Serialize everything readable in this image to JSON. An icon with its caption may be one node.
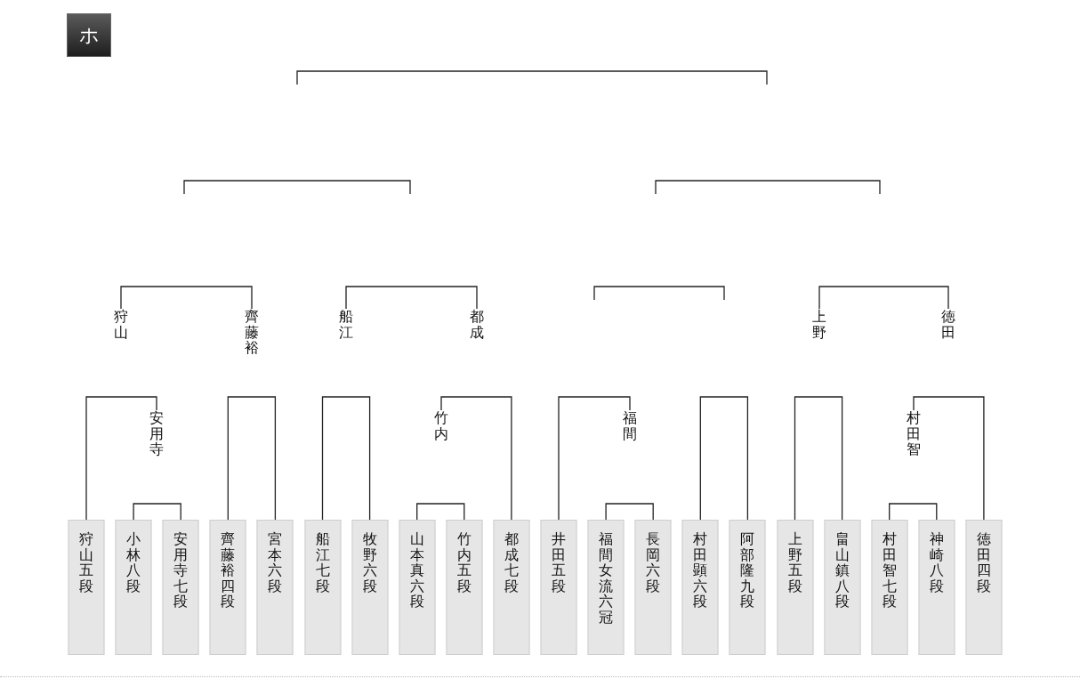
{
  "diagram": {
    "nodes": [
      {
        "text": [
          "狩山"
        ]
      },
      {
        "text": [
          "齊藤裕"
        ]
      },
      {
        "text": [
          "船江"
        ]
      },
      {
        "text": [
          "都成"
        ]
      },
      {
        "text": [
          "上野"
        ]
      },
      {
        "text": [
          "徳田"
        ]
      },
      {
        "text": [
          "安用寺"
        ]
      },
      {
        "text": [
          "竹内"
        ]
      },
      {
        "text": [
          "福間"
        ]
      },
      {
        "text": [
          "村田智"
        ]
      },
      {
        "text": [
          "狩山五段"
        ]
      },
      {
        "text": [
          "小林八段"
        ]
      },
      {
        "text": [
          "安用寺七段"
        ]
      },
      {
        "text": [
          "齊藤裕四段"
        ]
      },
      {
        "text": [
          "宮本六段"
        ]
      },
      {
        "text": [
          "船江七段"
        ]
      },
      {
        "text": [
          "牧野六段"
        ]
      },
      {
        "text": [
          "山本真六段"
        ]
      },
      {
        "text": [
          "竹内五段"
        ]
      },
      {
        "text": [
          "都成七段"
        ]
      },
      {
        "text": [
          "井田五段"
        ]
      },
      {
        "text": [
          "福間女流六冠"
        ]
      },
      {
        "text": [
          "長岡六段"
        ]
      },
      {
        "text": [
          "村田顕六段"
        ]
      },
      {
        "text": [
          "阿部隆九段"
        ]
      },
      {
        "text": [
          "上野五段"
        ]
      },
      {
        "text": [
          "畠山鎮八段"
        ]
      },
      {
        "text": [
          "村田智七段"
        ]
      },
      {
        "text": [
          "神崎八段"
        ]
      },
      {
        "text": [
          "徳田四段"
        ]
      }
    ],
    "edges": [
      {
        "from": 0,
        "to": 1,
        "arrow": "none"
      },
      {
        "from": 2,
        "to": 3,
        "arrow": "none"
      },
      {
        "from": 4,
        "to": 5,
        "arrow": "none"
      },
      {
        "from": 10,
        "to": 6,
        "arrow": "none"
      },
      {
        "from": 13,
        "to": 14,
        "arrow": "none"
      },
      {
        "from": 15,
        "to": 16,
        "arrow": "none"
      },
      {
        "from": 7,
        "to": 19,
        "arrow": "none"
      },
      {
        "from": 20,
        "to": 8,
        "arrow": "none"
      },
      {
        "from": 23,
        "to": 24,
        "arrow": "none"
      },
      {
        "from": 25,
        "to": 26,
        "arrow": "none"
      },
      {
        "from": 9,
        "to": 29,
        "arrow": "none"
      },
      {
        "from": 11,
        "to": 12,
        "arrow": "none"
      },
      {
        "from": 17,
        "to": 18,
        "arrow": "none"
      },
      {
        "from": 21,
        "to": 22,
        "arrow": "none"
      },
      {
        "from": 27,
        "to": 28,
        "arrow": "none"
      }
    ],
    "labels": [
      "ホ"
    ]
  }
}
